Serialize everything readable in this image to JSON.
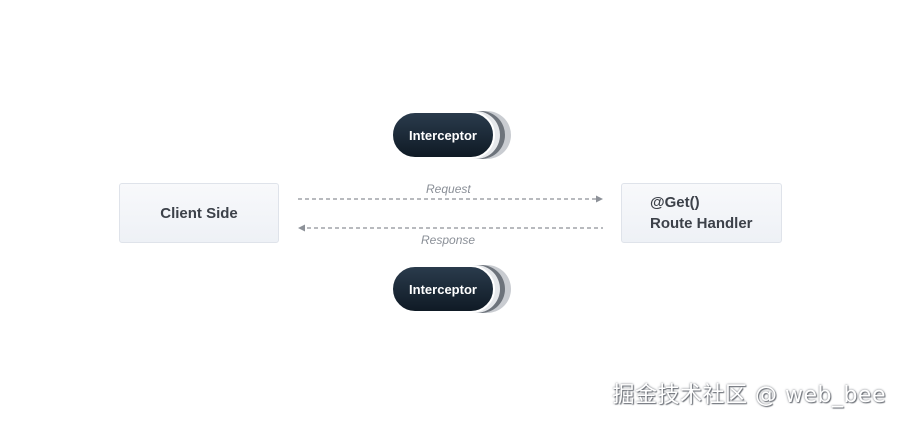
{
  "client": {
    "label": "Client Side"
  },
  "handler": {
    "line1": "@Get()",
    "line2": "Route Handler"
  },
  "interceptors": {
    "top_label": "Interceptor",
    "bottom_label": "Interceptor"
  },
  "arrows": {
    "request_label": "Request",
    "response_label": "Response"
  },
  "watermark": {
    "text": "掘金技术社区 @ web_bee"
  },
  "colors": {
    "interceptor_fill": "#13202c",
    "box_fill": "#f3f5f8",
    "box_border": "#dfe3ea",
    "arrow": "#8d9198"
  }
}
